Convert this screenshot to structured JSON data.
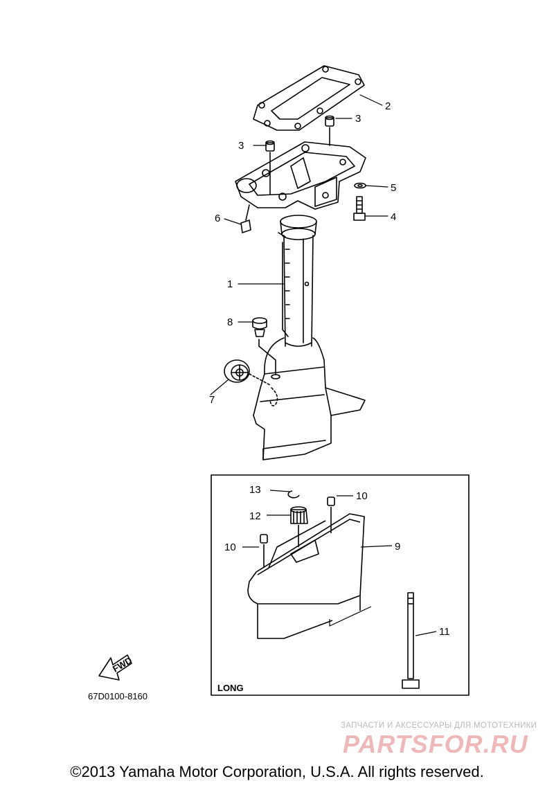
{
  "callouts": {
    "c1": "1",
    "c2": "2",
    "c3a": "3",
    "c3b": "3",
    "c4": "4",
    "c5": "5",
    "c6": "6",
    "c7": "7",
    "c8": "8",
    "c9": "9",
    "c10a": "10",
    "c10b": "10",
    "c11": "11",
    "c12": "12",
    "c13": "13"
  },
  "inset": {
    "label": "LONG"
  },
  "fwd": {
    "label": "FWD"
  },
  "drawing_number": "67D0100-8160",
  "watermark": {
    "tagline": "ЗАПЧАСТИ И АКСЕССУАРЫ ДЛЯ МОТОТЕХНИКИ",
    "logo": "PARTSFOR.RU"
  },
  "copyright": "©2013 Yamaha Motor Corporation, U.S.A. All rights reserved."
}
